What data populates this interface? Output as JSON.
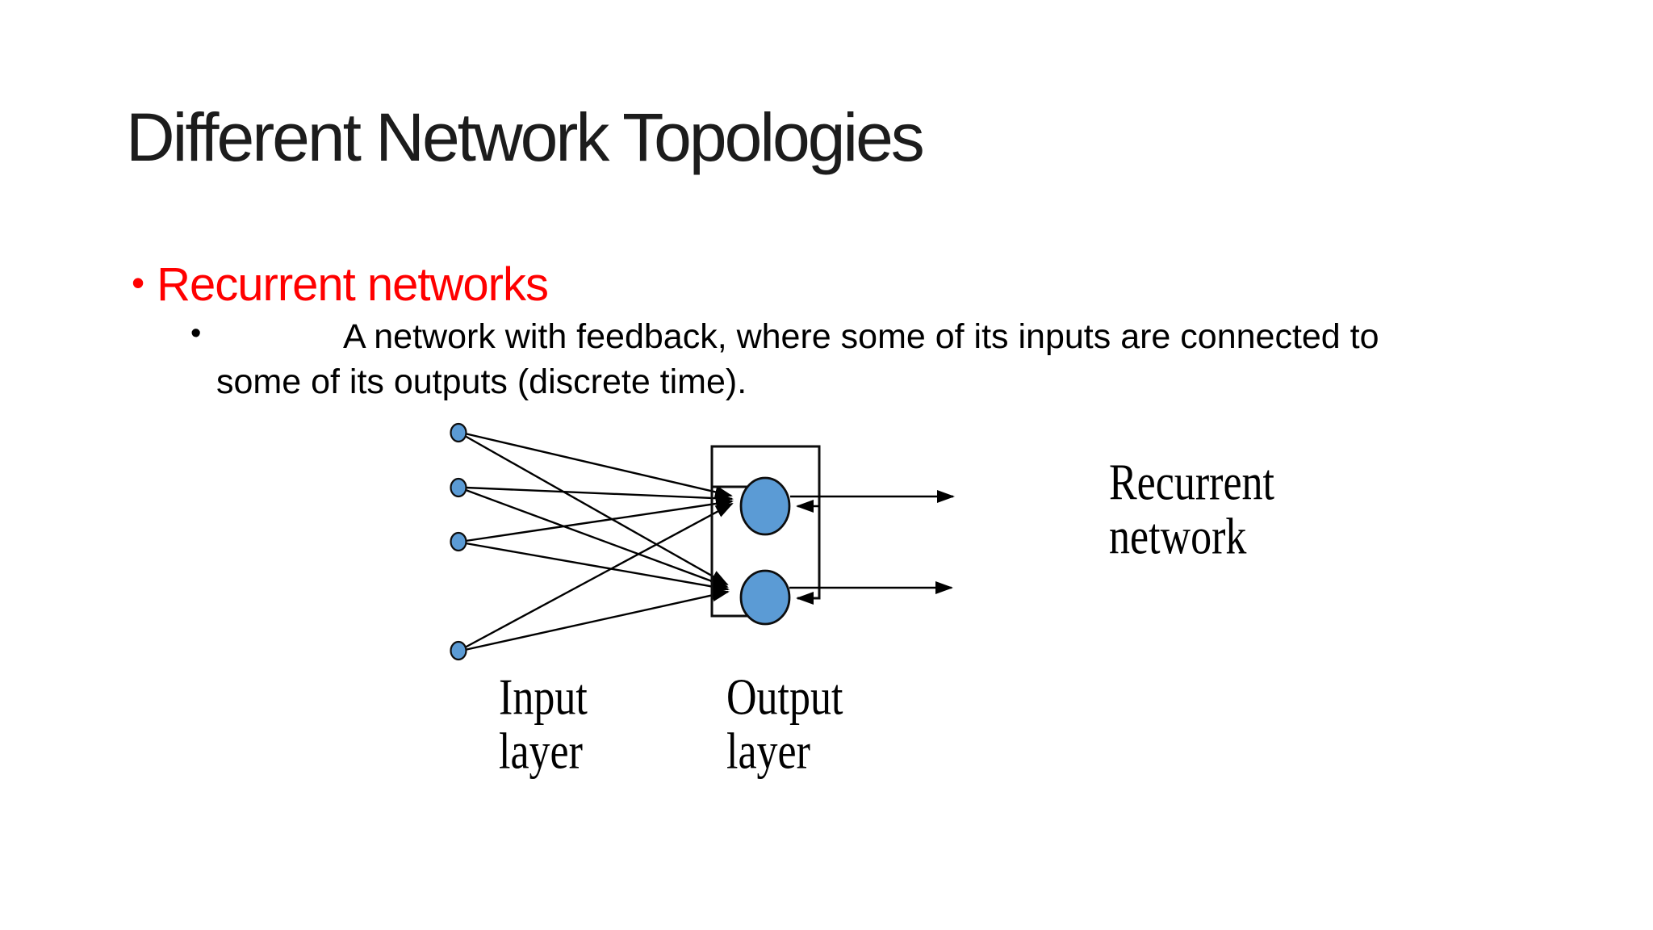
{
  "slide": {
    "title": "Different Network Topologies",
    "bullet1": {
      "marker": "•",
      "label": "Recurrent networks"
    },
    "bullet2": {
      "marker": "•",
      "line1": "A network with feedback, where some of its inputs are connected to",
      "line2": "some of its outputs (discrete time)."
    },
    "diagram": {
      "input_label": "Input\nlayer",
      "output_label": "Output\nlayer",
      "recurrent_label": "Recurrent\nnetwork",
      "input_node_count": 4,
      "output_node_count": 2
    },
    "colors": {
      "accent_red": "#FF0000",
      "node_fill": "#5B9BD5",
      "title_text": "#1C1C1C",
      "body_text": "#000000",
      "background": "#FFFFFF"
    }
  }
}
